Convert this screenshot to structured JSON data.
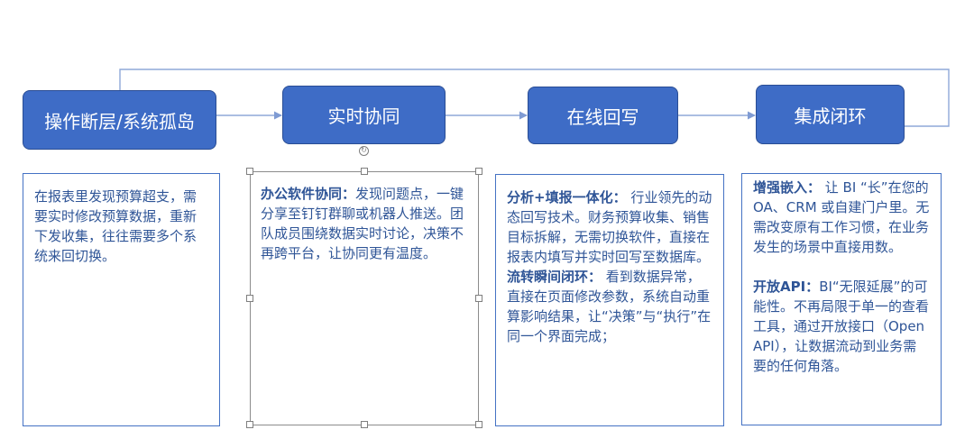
{
  "colors": {
    "step_fill": "#3e6cc6",
    "step_border": "#2a4d94",
    "desc_border": "#4472c4",
    "desc_text": "#2f5597",
    "connector": "#8fa8d8"
  },
  "steps": [
    {
      "label": "操作断层/系统孤岛"
    },
    {
      "label": "实时协同"
    },
    {
      "label": "在线回写"
    },
    {
      "label": "集成闭环"
    }
  ],
  "descriptions": [
    {
      "paragraphs": [
        {
          "strong": "",
          "text": "在报表里发现预算超支，需要实时修改预算数据，重新下发收集，往往需要多个系统来回切换。"
        }
      ]
    },
    {
      "paragraphs": [
        {
          "strong": "办公软件协同：",
          "text": "发现问题点，一键分享至钉钉群聊或机器人推送。团队成员围绕数据实时讨论，决策不再跨平台，让协同更有温度。"
        }
      ]
    },
    {
      "paragraphs": [
        {
          "strong": "分析+填报一体化：",
          "text": " 行业领先的动态回写技术。财务预算收集、销售目标拆解，无需切换软件，直接在报表内填写并实时回写至数据库。"
        },
        {
          "strong": "流转瞬间闭环：",
          "text": " 看到数据异常，直接在页面修改参数，系统自动重算影响结果，让“决策”与“执行”在同一个界面完成；"
        }
      ]
    },
    {
      "paragraphs": [
        {
          "strong": "增强嵌入：",
          "text": " 让 BI “长”在您的 OA、CRM 或自建门户里。无需改变原有工作习惯，在业务发生的场景中直接用数。"
        },
        {
          "strong": "开放API：",
          "text": "BI“无限延展”的可能性。不再局限于单一的查看工具，通过开放接口（Open API），让数据流动到业务需要的任何角落。",
          "gap": true
        }
      ]
    }
  ]
}
